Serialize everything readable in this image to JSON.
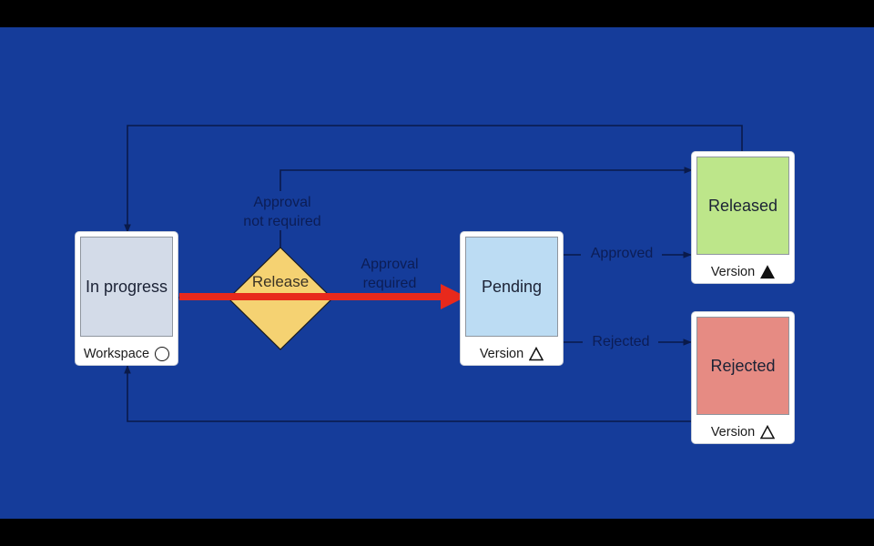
{
  "diagram": {
    "title": "Release workflow",
    "colors": {
      "background": "#153c9a",
      "letterbox": "#000000",
      "connector": "#0a1a4a",
      "highlight_arrow": "#e8291c",
      "in_progress": "#d3dbe8",
      "pending": "#bcdcf3",
      "released": "#bde68a",
      "rejected": "#e68b83",
      "decision": "#f5d272"
    },
    "nodes": {
      "in_progress": {
        "label": "In progress",
        "footer": "Workspace",
        "icon": "circle-outline-icon"
      },
      "decision": {
        "label": "Release",
        "shape": "diamond"
      },
      "pending": {
        "label": "Pending",
        "footer": "Version",
        "icon": "triangle-outline-icon"
      },
      "released": {
        "label": "Released",
        "footer": "Version",
        "icon": "triangle-filled-icon"
      },
      "rejected": {
        "label": "Rejected",
        "footer": "Version",
        "icon": "triangle-outline-icon"
      }
    },
    "edges": {
      "not_required": {
        "line1": "Approval",
        "line2": "not required"
      },
      "required": {
        "line1": "Approval",
        "line2": "required"
      },
      "approved": {
        "label": "Approved"
      },
      "rejected": {
        "label": "Rejected"
      }
    }
  }
}
